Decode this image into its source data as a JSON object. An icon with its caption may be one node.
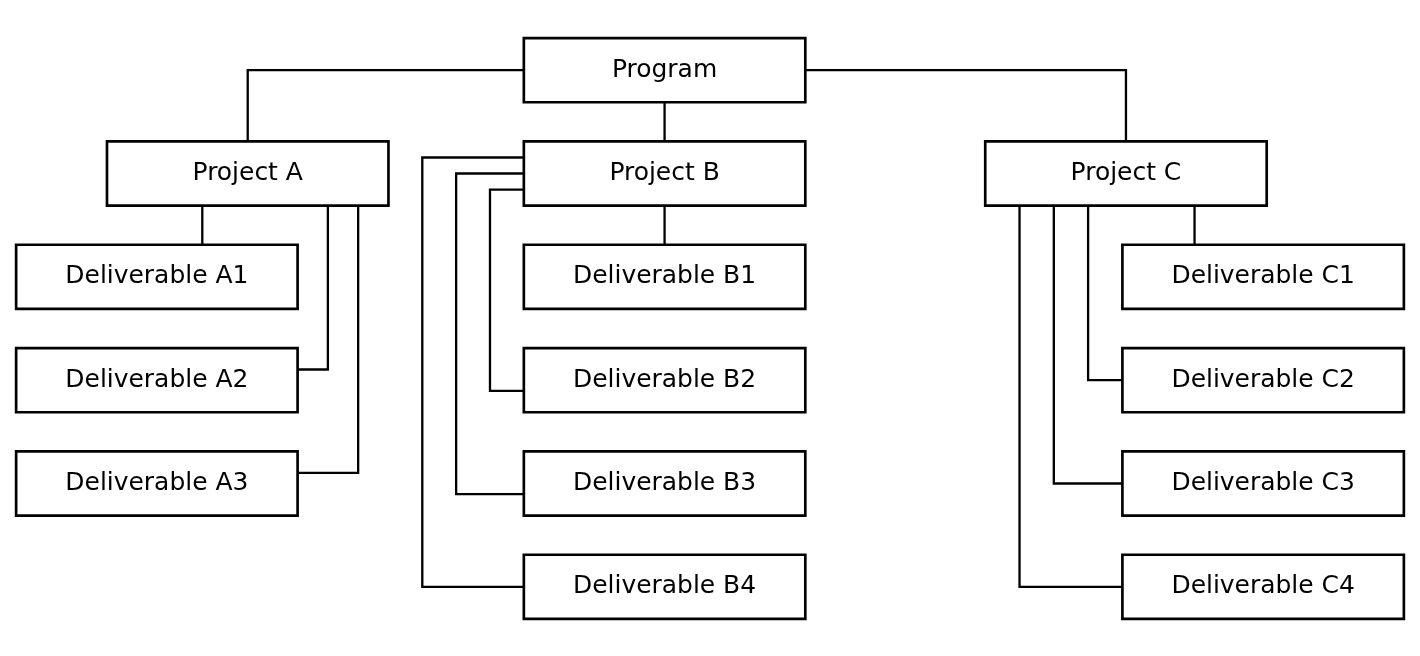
{
  "diagram": {
    "nodes": [
      {
        "text": [
          "Program"
        ]
      },
      {
        "text": [
          "Project A"
        ]
      },
      {
        "text": [
          "Project B"
        ]
      },
      {
        "text": [
          "Project C"
        ]
      },
      {
        "text": [
          "Deliverable A1"
        ]
      },
      {
        "text": [
          "Deliverable A2"
        ]
      },
      {
        "text": [
          "Deliverable A3"
        ]
      },
      {
        "text": [
          "Deliverable B1"
        ]
      },
      {
        "text": [
          "Deliverable B2"
        ]
      },
      {
        "text": [
          "Deliverable B3"
        ]
      },
      {
        "text": [
          "Deliverable B4"
        ]
      },
      {
        "text": [
          "Deliverable C1"
        ]
      },
      {
        "text": [
          "Deliverable C2"
        ]
      },
      {
        "text": [
          "Deliverable C3"
        ]
      },
      {
        "text": [
          "Deliverable C4"
        ]
      }
    ],
    "edges": [
      {
        "from": 0,
        "to": 1,
        "arrow": "none"
      },
      {
        "from": 0,
        "to": 2,
        "arrow": "none"
      },
      {
        "from": 0,
        "to": 3,
        "arrow": "none"
      },
      {
        "from": 1,
        "to": 4,
        "arrow": "none"
      },
      {
        "from": 1,
        "to": 5,
        "arrow": "none"
      },
      {
        "from": 1,
        "to": 6,
        "arrow": "none"
      },
      {
        "from": 2,
        "to": 7,
        "arrow": "none"
      },
      {
        "from": 2,
        "to": 8,
        "arrow": "none"
      },
      {
        "from": 2,
        "to": 9,
        "arrow": "none"
      },
      {
        "from": 2,
        "to": 10,
        "arrow": "none"
      },
      {
        "from": 3,
        "to": 11,
        "arrow": "none"
      },
      {
        "from": 3,
        "to": 12,
        "arrow": "none"
      },
      {
        "from": 3,
        "to": 13,
        "arrow": "none"
      },
      {
        "from": 3,
        "to": 14,
        "arrow": "none"
      }
    ]
  }
}
